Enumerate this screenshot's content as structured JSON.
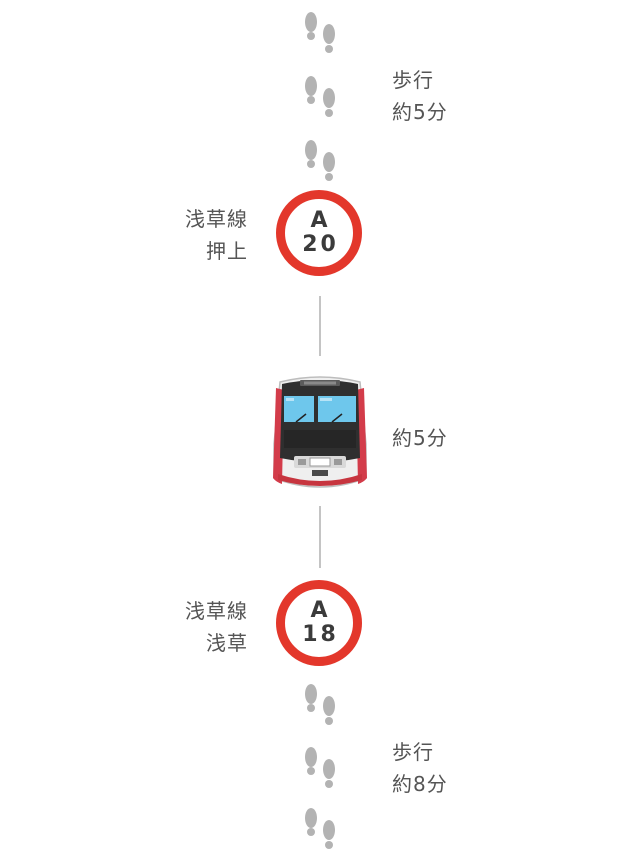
{
  "route": {
    "walk_to_start": {
      "label": "歩行",
      "time": "約5分"
    },
    "start_station": {
      "line": "浅草線",
      "name": "押上",
      "letter": "A",
      "number": "20",
      "color": "#e3372b"
    },
    "ride": {
      "time": "約5分",
      "train_accent": "#d33c4a"
    },
    "end_station": {
      "line": "浅草線",
      "name": "浅草",
      "letter": "A",
      "number": "18",
      "color": "#e3372b"
    },
    "walk_to_end": {
      "label": "歩行",
      "time": "約8分"
    }
  },
  "icons": {
    "footsteps": "footprints-icon",
    "train": "train-icon"
  },
  "colors": {
    "footprint": "#b3b3b3",
    "connector": "#c4c4c4",
    "text": "#555555"
  }
}
